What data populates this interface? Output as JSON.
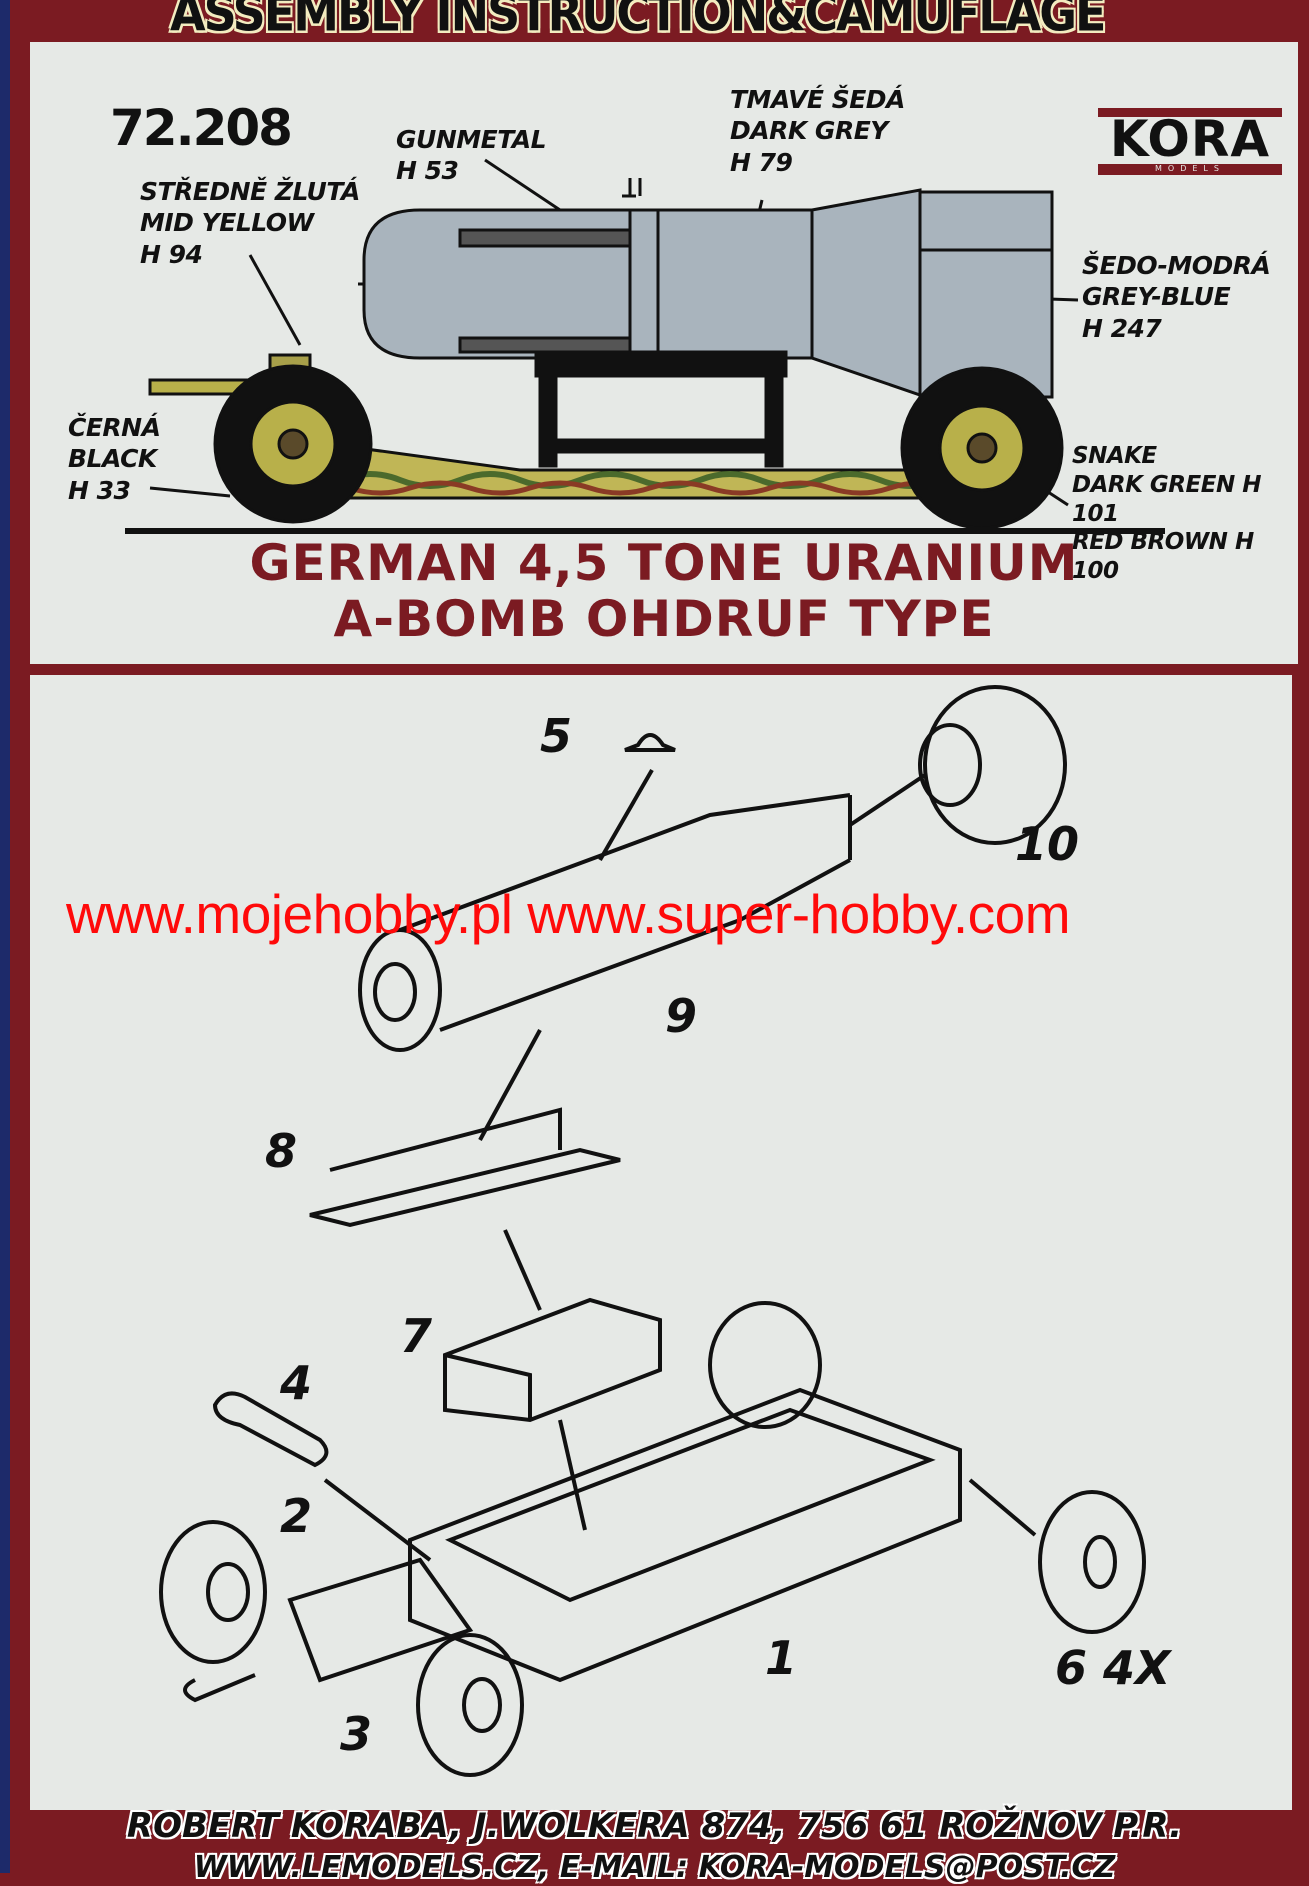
{
  "header": {
    "title": "ASSEMBLY INSTRUCTION&CAMUFLAGE"
  },
  "kit_number": "72.208",
  "logo": {
    "name": "KORA",
    "sub": "MODELS"
  },
  "colour_labels": {
    "gunmetal": [
      "GUNMETAL",
      "H 53"
    ],
    "dark_grey": [
      "TMAVÉ ŠEDÁ",
      "DARK GREY",
      "H 79"
    ],
    "mid_yellow": [
      "STŘEDNĚ ŽLUTÁ",
      "MID YELLOW",
      "H 94"
    ],
    "grey_blue": [
      "ŠEDO-MODRÁ",
      "GREY-BLUE",
      "H 247"
    ],
    "black": [
      "ČERNÁ",
      "BLACK",
      "H 33"
    ],
    "snake": [
      "SNAKE",
      "DARK GREEN H 101",
      "RED BROWN H 100"
    ]
  },
  "subject_title": [
    "GERMAN 4,5 TONE URANIUM",
    "A-BOMB OHDRUF TYPE"
  ],
  "watermark": "www.mojehobby.pl www.super-hobby.com",
  "part_numbers": {
    "p1": "1",
    "p2": "2",
    "p3": "3",
    "p4": "4",
    "p5": "5",
    "p6": "6 4X",
    "p7": "7",
    "p8": "8",
    "p9": "9",
    "p10": "10"
  },
  "footer": [
    "ROBERT KORABA, J.WOLKERA 874, 756 61 ROŽNOV P.R.",
    "WWW.LEMODELS.CZ, E-MAIL: KORA-MODELS@POST.CZ"
  ],
  "colors": {
    "frame": "#7b1b22",
    "paper": "#e6e9e6",
    "bomb": "#a9b4bd",
    "watermark": "#ff0a0a"
  }
}
